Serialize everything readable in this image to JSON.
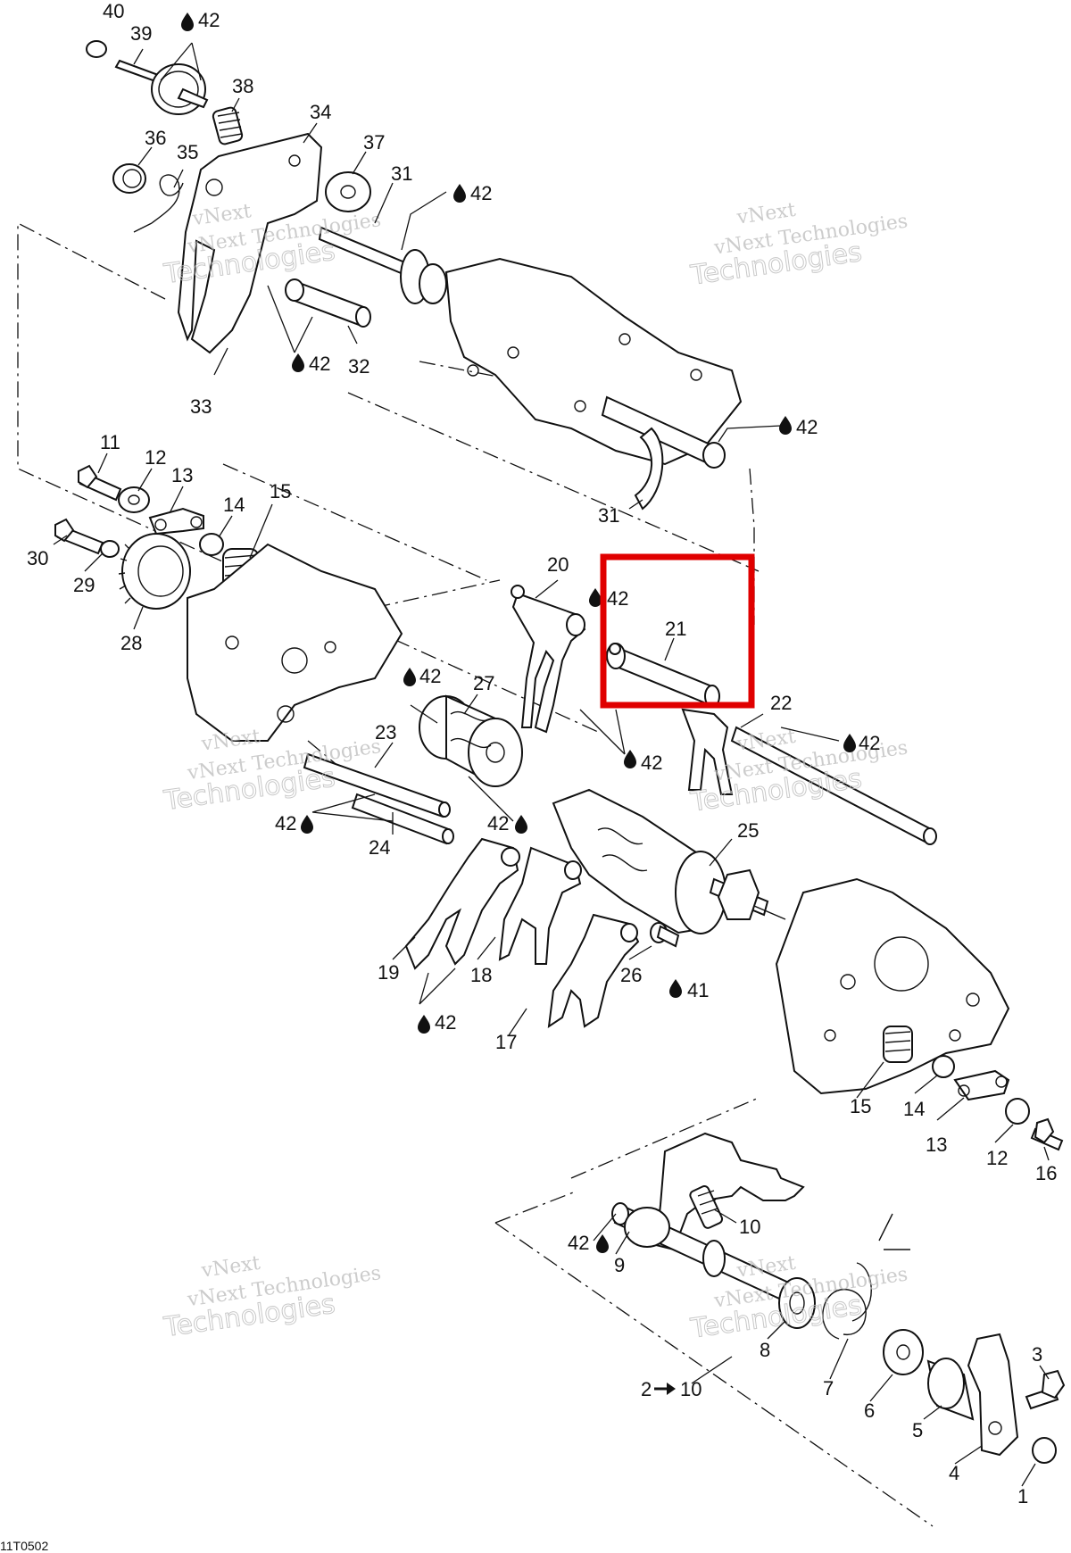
{
  "diagram_code": "11T0502",
  "watermark": {
    "line1": "vNext",
    "line2": "Technologies",
    "line3": "vNext Technologies"
  },
  "colors": {
    "highlight": "#e00000",
    "ink": "#111111",
    "watermark": "#bbbbbb"
  },
  "icons": {
    "oil_drop": "oil-drop-icon",
    "arrow": "arrow-right-icon"
  },
  "highlight": {
    "part": "21"
  },
  "labels": [
    "40",
    "39",
    "42",
    "38",
    "34",
    "36",
    "35",
    "37",
    "31",
    "42",
    "33",
    "42",
    "32",
    "42",
    "31",
    "11",
    "12",
    "13",
    "15",
    "14",
    "30",
    "29",
    "28",
    "20",
    "42",
    "21",
    "22",
    "42",
    "42",
    "27",
    "23",
    "42",
    "42",
    "24",
    "42",
    "25",
    "19",
    "18",
    "26",
    "41",
    "42",
    "17",
    "15",
    "14",
    "13",
    "12",
    "16",
    "10",
    "42",
    "9",
    "8",
    "7",
    "6",
    "5",
    "3",
    "4",
    "1",
    "2",
    "10"
  ]
}
